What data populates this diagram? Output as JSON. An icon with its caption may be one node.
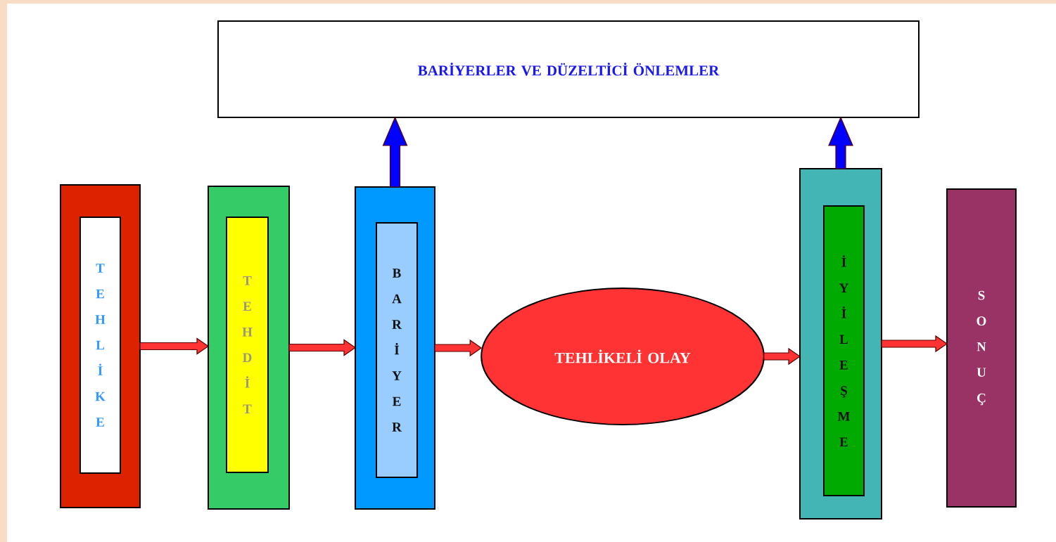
{
  "diagram": {
    "nodes": [
      {
        "text": [
          "BARİYERLER VE DÜZELTİCİ ÖNLEMLER"
        ]
      },
      {
        "text": [],
        "shape": "box"
      },
      {
        "text": [
          "TEHLİKE"
        ],
        "in": 1
      },
      {
        "text": [],
        "shape": "box"
      },
      {
        "text": [
          "TEHDİT"
        ],
        "in": 3
      },
      {
        "text": [],
        "shape": "box"
      },
      {
        "text": [
          "BARİYER"
        ],
        "in": 5
      },
      {
        "text": [
          "TEHLİKELİ OLAY"
        ]
      },
      {
        "text": [],
        "shape": "box"
      },
      {
        "text": [
          "İYİLEŞME"
        ],
        "in": 8
      },
      {
        "text": [
          "SONUÇ"
        ]
      }
    ],
    "edges": [
      {
        "from": 1,
        "to": 3,
        "arrow": "to"
      },
      {
        "from": 3,
        "to": 5,
        "arrow": "to"
      },
      {
        "from": 5,
        "to": 7,
        "arrow": "to"
      },
      {
        "from": 7,
        "to": 8,
        "arrow": "to"
      },
      {
        "from": 8,
        "to": 10,
        "arrow": "to"
      },
      {
        "from": 5,
        "to": 0,
        "arrow": "to",
        "color": "#0000ff"
      },
      {
        "from": 8,
        "to": 0,
        "arrow": "to",
        "color": "#0000ff"
      }
    ]
  }
}
